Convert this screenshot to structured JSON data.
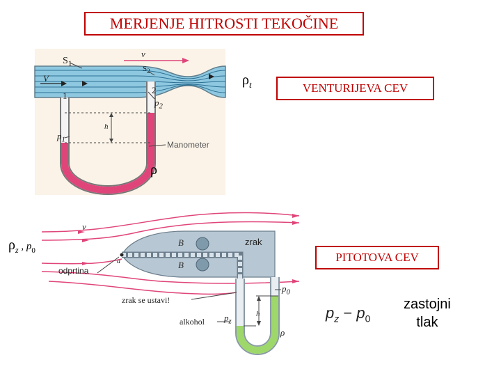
{
  "title": "MERJENJE HITROSTI TEKOČINE",
  "venturi": {
    "label": "VENTURIJEVA CEV",
    "s1": "S",
    "s1_sub": "1",
    "s2": "S",
    "s2_sub": "2",
    "velocity": "v",
    "velocity_cap": "V",
    "point1": "1",
    "point2": "2",
    "rho_t": "ρ",
    "rho_t_sub": "t",
    "p1": "p",
    "p1_sub": "1",
    "p2": "p",
    "p2_sub": "2",
    "h": "h",
    "manometer": "Manometer",
    "rho": "ρ"
  },
  "pitot": {
    "label": "PITOTOVA CEV",
    "rho_z": "ρ",
    "rho_z_sub": "z",
    "p0_prefix": " , p",
    "p0_sub": "0",
    "velocity": "v",
    "zrak": "zrak",
    "B_top": "B",
    "B_bottom": "B",
    "a": "a",
    "odprtina": "odprtina",
    "p0": "p",
    "p0_label_sub": "0",
    "zrak_ustavi": "zrak se ustavi!",
    "alkohol": "alkohol",
    "pz": "p",
    "pz_sub": "z",
    "h": "h",
    "rho": "ρ"
  },
  "formula": "p z − p 0",
  "formula_pz": "p",
  "formula_pz_sub": "z",
  "formula_minus": " − ",
  "formula_p0": "p",
  "formula_p0_sub": "0",
  "zastojni_line1": "zastojni",
  "zastojni_line2": "tlak",
  "colors": {
    "accent": "#c00000",
    "fluid": "#8ec8e0",
    "manometer_fluid": "#e0457a",
    "alcohol": "#9ed86a",
    "pitot_body": "#b7c7d3",
    "streamline": "#e0457a"
  }
}
